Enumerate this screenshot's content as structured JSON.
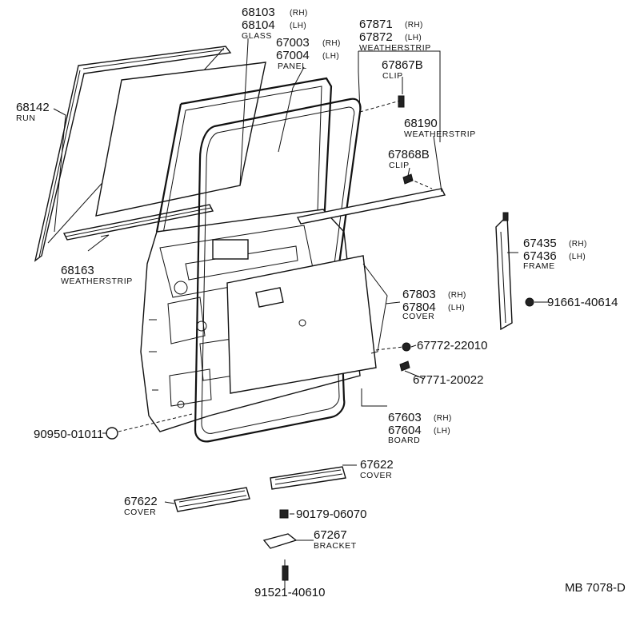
{
  "labels": {
    "glass": {
      "num1": "68103",
      "tag1": "(RH)",
      "num2": "68104",
      "tag2": "(LH)",
      "name": "GLASS"
    },
    "panel": {
      "num1": "67003",
      "tag1": "(RH)",
      "num2": "67004",
      "tag2": "(LH)",
      "name": "PANEL"
    },
    "weatherstrip_top": {
      "num1": "67871",
      "tag1": "(RH)",
      "num2": "67872",
      "tag2": "(LH)",
      "name": "WEATHERSTRIP"
    },
    "clip_top": {
      "num": "67867B",
      "name": "CLIP"
    },
    "run": {
      "num": "68142",
      "name": "RUN"
    },
    "weatherstrip_68190": {
      "num": "68190",
      "name": "WEATHERSTRIP"
    },
    "clip_67868b": {
      "num": "67868B",
      "name": "CLIP"
    },
    "weatherstrip_68163": {
      "num": "68163",
      "name": "WEATHERSTRIP"
    },
    "frame": {
      "num1": "67435",
      "tag1": "(RH)",
      "num2": "67436",
      "tag2": "(LH)",
      "name": "FRAME"
    },
    "bolt_frame": {
      "num": "91661-40614"
    },
    "cover_67803": {
      "num1": "67803",
      "tag1": "(RH)",
      "num2": "67804",
      "tag2": "(LH)",
      "name": "COVER"
    },
    "clip_67772": {
      "num": "67772-22010"
    },
    "clip_67771": {
      "num": "67771-20022"
    },
    "board": {
      "num1": "67603",
      "tag1": "(RH)",
      "num2": "67604",
      "tag2": "(LH)",
      "name": "BOARD"
    },
    "plug": {
      "num": "90950-01011"
    },
    "cover_right": {
      "num": "67622",
      "name": "COVER"
    },
    "cover_left": {
      "num": "67622",
      "name": "COVER"
    },
    "nut": {
      "num": "90179-06070"
    },
    "bracket": {
      "num": "67267",
      "name": "BRACKET"
    },
    "bolt_bottom": {
      "num": "91521-40610"
    },
    "diagram_code": "MB 7078-D"
  }
}
